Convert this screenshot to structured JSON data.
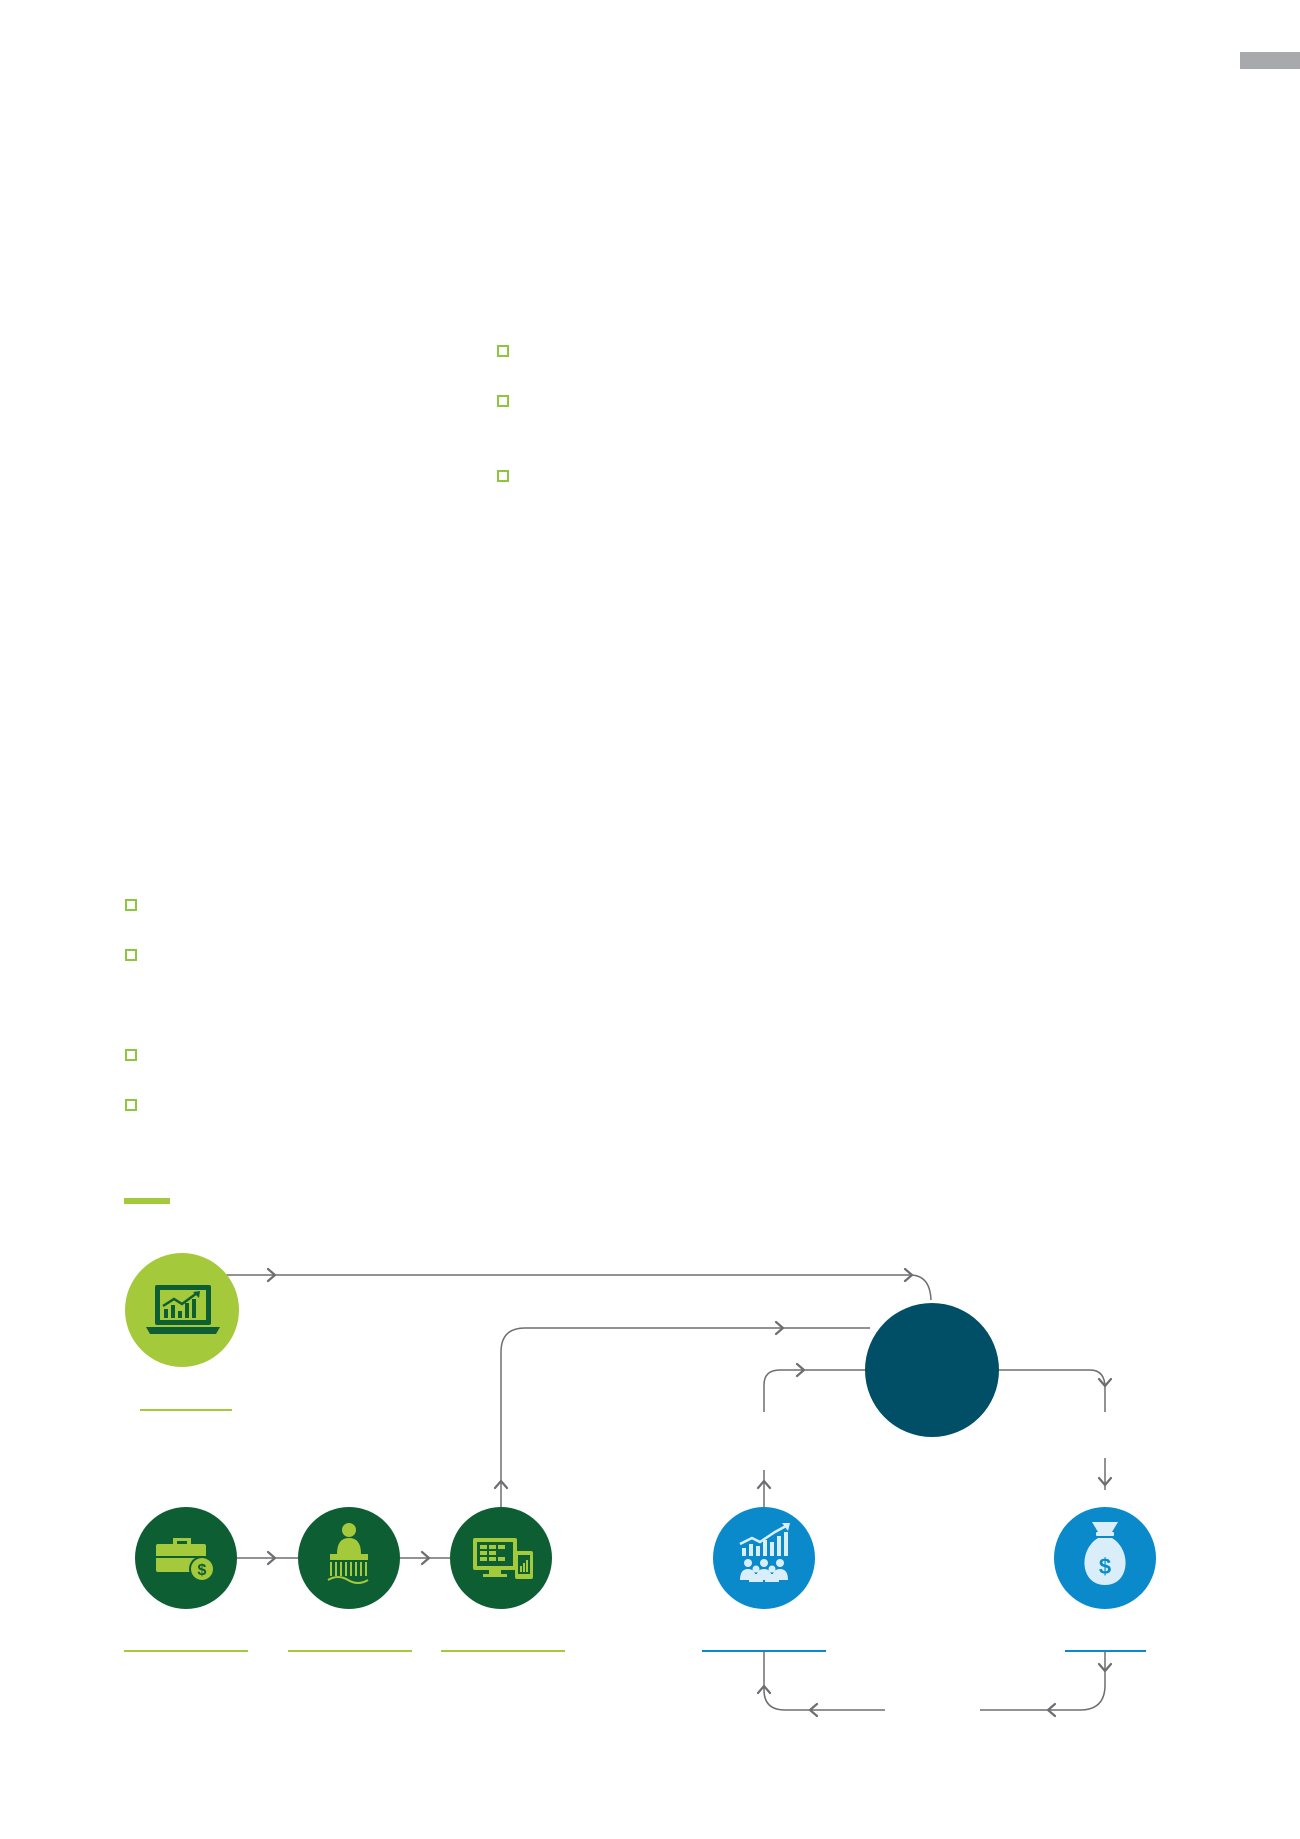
{
  "colors": {
    "light_green": "#a4c93a",
    "dark_green": "#0e5e33",
    "teal": "#004f67",
    "blue": "#0b8acb",
    "arrow": "#6d6e71",
    "bullet": "#8dc63f",
    "tab": "#a7a9ac"
  },
  "top_bullets": [
    {
      "text": ""
    },
    {
      "text": ""
    },
    {
      "text": ""
    }
  ],
  "bottom_bullets": [
    {
      "text": ""
    },
    {
      "text": ""
    },
    {
      "text": ""
    },
    {
      "text": ""
    }
  ],
  "diagram": {
    "nodes": [
      {
        "id": "laptop-chart",
        "icon": "laptop-chart-icon",
        "label": ""
      },
      {
        "id": "center",
        "icon": "",
        "label": ""
      },
      {
        "id": "briefcase-dollar",
        "icon": "briefcase-dollar-icon",
        "label": ""
      },
      {
        "id": "person-desk",
        "icon": "person-at-desk-icon",
        "label": ""
      },
      {
        "id": "monitor-tablet",
        "icon": "monitor-tablet-icon",
        "label": ""
      },
      {
        "id": "group-chart",
        "icon": "group-growth-chart-icon",
        "label": ""
      },
      {
        "id": "money-bag",
        "icon": "money-bag-icon",
        "label": ""
      }
    ]
  }
}
